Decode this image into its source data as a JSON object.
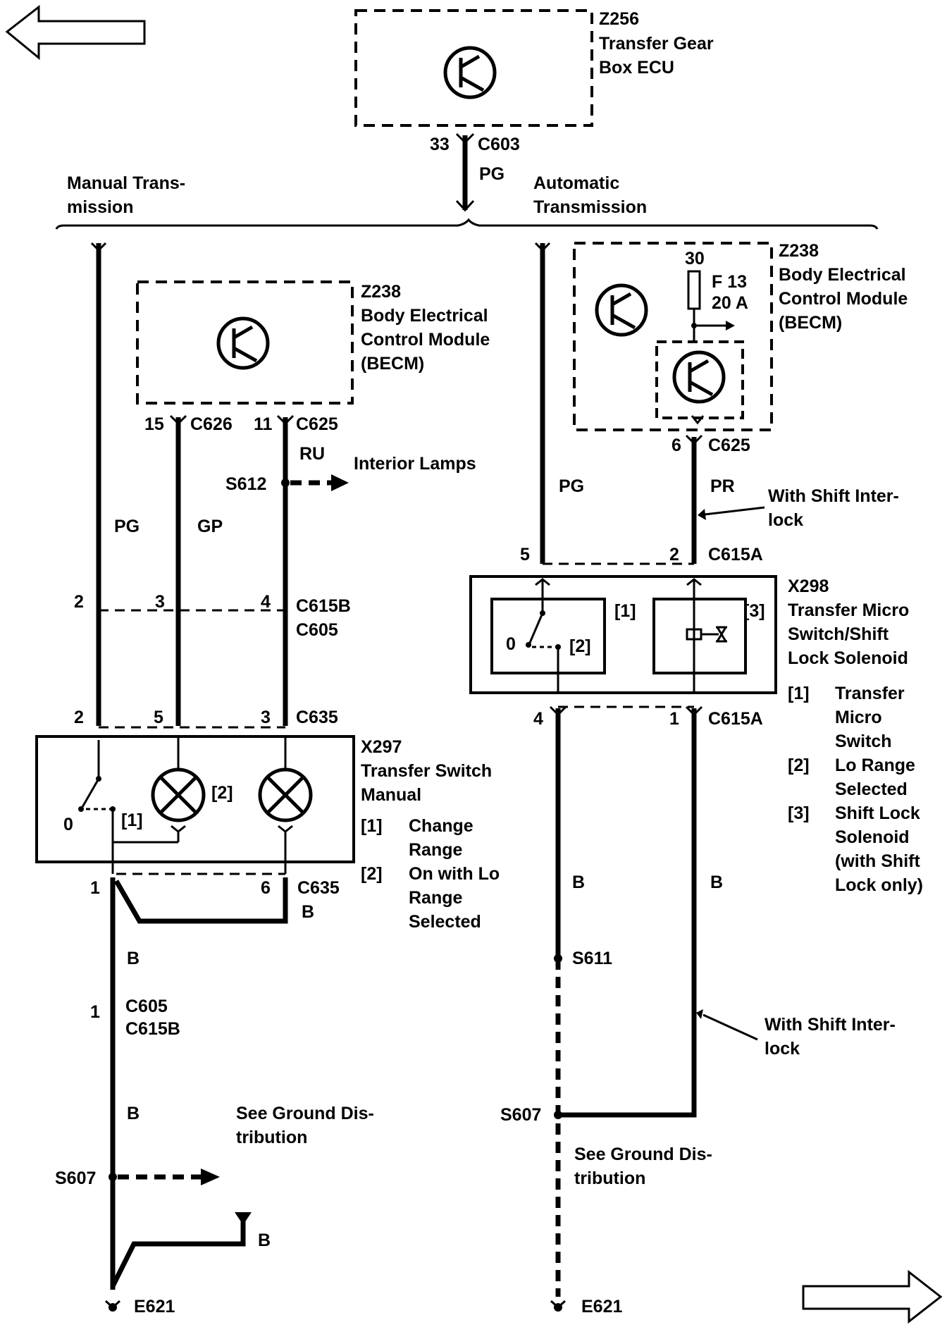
{
  "ecu": {
    "id": "Z256",
    "line1": "Transfer Gear",
    "line2": "Box ECU",
    "pin": "33",
    "connector": "C603",
    "wire": "PG"
  },
  "sections": {
    "manual_line1": "Manual Trans-",
    "manual_line2": "mission",
    "auto_line1": "Automatic",
    "auto_line2": "Transmission"
  },
  "becm_manual": {
    "id": "Z238",
    "line1": "Body Electrical",
    "line2": "Control Module",
    "line3": "(BECM)",
    "pin1": "15",
    "conn1": "C626",
    "pin2": "11",
    "conn2": "C625"
  },
  "becm_auto": {
    "id": "Z238",
    "line1": "Body Electrical",
    "line2": "Control Module",
    "line3": "(BECM)",
    "fuse_pin": "30",
    "fuse_name": "F 13",
    "fuse_rating": "20 A",
    "pin": "6",
    "connector": "C625"
  },
  "manual_wires": {
    "w1": "PG",
    "w2": "GP",
    "w3": "RU",
    "splice": "S612",
    "interior": "Interior Lamps",
    "ground_color": "B"
  },
  "c615b": {
    "p1": "2",
    "p2": "3",
    "p3": "4",
    "name1": "C615B",
    "name2": "C605"
  },
  "c635": {
    "p1": "2",
    "p2": "5",
    "p3": "3",
    "name": "C635",
    "b1": "1",
    "b2": "6",
    "bname": "C635"
  },
  "x297": {
    "id": "X297",
    "line1": "Transfer Switch",
    "line2": "Manual",
    "n1": "[1]",
    "n2": "[2]",
    "zero": "0",
    "legend": [
      {
        "num": "[1]",
        "l1": "Change",
        "l2": "Range",
        "l3": ""
      },
      {
        "num": "[2]",
        "l1": "On with Lo",
        "l2": "Range",
        "l3": "Selected"
      }
    ]
  },
  "manual_ground": {
    "b1": "B",
    "b2": "B",
    "b3": "B",
    "b4": "B",
    "pin": "1",
    "c1": "C605",
    "c2": "C615B",
    "s607": "S607",
    "see1": "See Ground Dis-",
    "see2": "tribution",
    "e621": "E621"
  },
  "auto_wires": {
    "w1": "PG",
    "w2": "PR",
    "interlock1": "With Shift Inter-",
    "interlock2": "lock"
  },
  "c615a_top": {
    "p1": "5",
    "p2": "2",
    "name": "C615A"
  },
  "x298": {
    "id": "X298",
    "line1": "Transfer Micro",
    "line2": "Switch/Shift",
    "line3": "Lock Solenoid",
    "n1": "[1]",
    "n2": "[2]",
    "n3": "[3]",
    "zero": "0",
    "legend": [
      {
        "num": "[1]",
        "l1": "Transfer",
        "l2": "Micro",
        "l3": "Switch",
        "l4": ""
      },
      {
        "num": "[2]",
        "l1": "Lo Range",
        "l2": "Selected",
        "l3": "",
        "l4": ""
      },
      {
        "num": "[3]",
        "l1": "Shift Lock",
        "l2": "Solenoid",
        "l3": "(with Shift",
        "l4": "Lock only)"
      }
    ]
  },
  "c615a_bot": {
    "p1": "4",
    "p2": "1",
    "name": "C615A"
  },
  "auto_ground": {
    "b1": "B",
    "b2": "B",
    "s611": "S611",
    "interlock1": "With Shift Inter-",
    "interlock2": "lock",
    "s607": "S607",
    "see1": "See Ground Dis-",
    "see2": "tribution",
    "e621": "E621"
  },
  "nav": {
    "prev": "previous-page-arrow",
    "next": "next-page-arrow"
  }
}
